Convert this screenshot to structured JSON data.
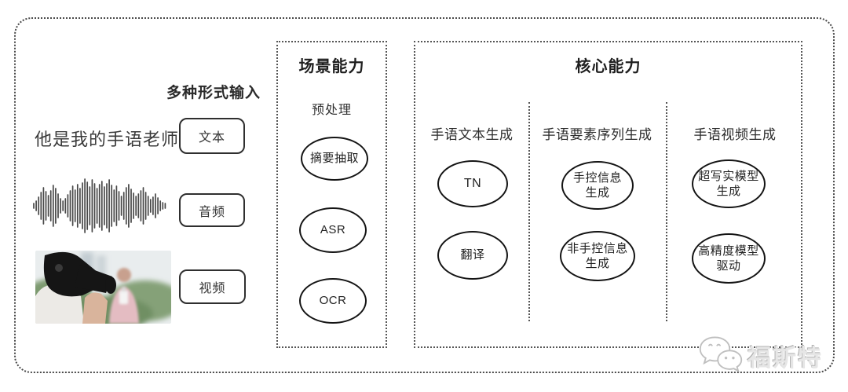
{
  "input_section": {
    "header": "多种形式输入",
    "text_example": "他是我的手语老师",
    "items": [
      {
        "label": "文本"
      },
      {
        "label": "音频"
      },
      {
        "label": "视频"
      }
    ],
    "audio_icon": "audio-waveform",
    "video_icon": "camera-interview-thumbnail"
  },
  "scene_box": {
    "title": "场景能力",
    "subtitle": "预处理",
    "nodes": [
      "摘要抽取",
      "ASR",
      "OCR"
    ]
  },
  "core_box": {
    "title": "核心能力",
    "columns": [
      {
        "header": "手语文本生成",
        "nodes": [
          "TN",
          "翻译"
        ]
      },
      {
        "header": "手语要素序列生成",
        "nodes": [
          "手控信息\n生成",
          "非手控信息\n生成"
        ]
      },
      {
        "header": "手语视频生成",
        "nodes": [
          "超写实模型\n生成",
          "高精度模型\n驱动"
        ]
      }
    ]
  },
  "watermark": {
    "label": "福斯特",
    "icon": "chat-bubbles-logo-icon"
  },
  "colors": {
    "border_dotted": "#4a4a4a",
    "node_border": "#141414",
    "text": "#262626",
    "watermark_gray": "#c9c9c9"
  }
}
